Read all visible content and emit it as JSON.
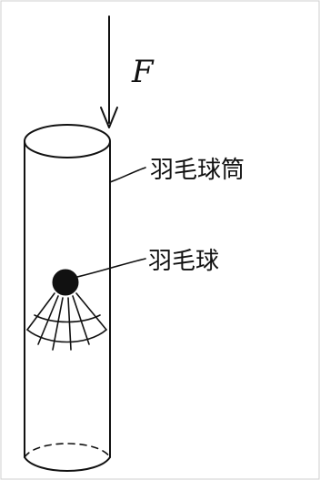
{
  "force_label": "F",
  "tube_label": "羽毛球筒",
  "shuttlecock_label": "羽毛球"
}
